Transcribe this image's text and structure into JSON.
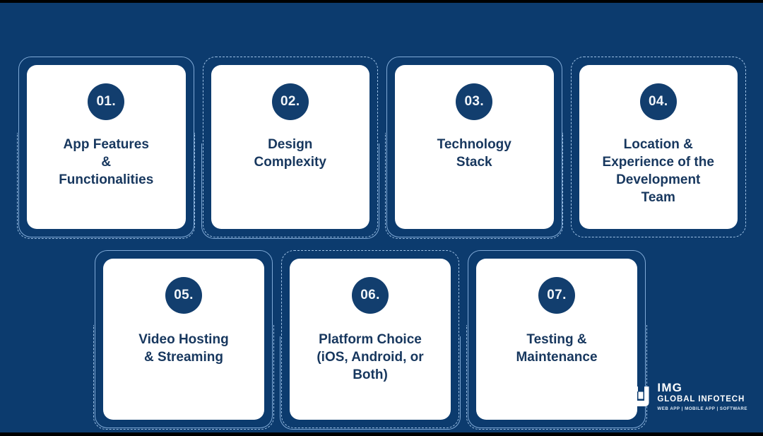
{
  "theme": {
    "background": "#0c3b6e",
    "card_background": "#ffffff",
    "badge_background": "#123e6e",
    "badge_text": "#f2f6fa",
    "title_text": "#17375e",
    "border_solid": "#7fa9d6",
    "border_dashed": "#9dc0e4",
    "frame_edge": "#000000"
  },
  "cards": [
    {
      "number": "01.",
      "title": "App Features\n&\nFunctionalities",
      "border_style": "mix-sd"
    },
    {
      "number": "02.",
      "title": "Design\nComplexity",
      "border_style": "mix-ds"
    },
    {
      "number": "03.",
      "title": "Technology\nStack",
      "border_style": "mix-sd"
    },
    {
      "number": "04.",
      "title": "Location &\nExperience of the\nDevelopment\nTeam",
      "border_style": "dashed"
    },
    {
      "number": "05.",
      "title": "Video Hosting\n& Streaming",
      "border_style": "mix-sd"
    },
    {
      "number": "06.",
      "title": "Platform Choice\n(iOS, Android, or\nBoth)",
      "border_style": "mix-ds"
    },
    {
      "number": "07.",
      "title": "Testing &\nMaintenance",
      "border_style": "mix-sd"
    }
  ],
  "logo": {
    "name": "IMG",
    "subtitle": "GLOBAL INFOTECH",
    "tagline": "WEB APP | MOBILE APP | SOFTWARE"
  }
}
